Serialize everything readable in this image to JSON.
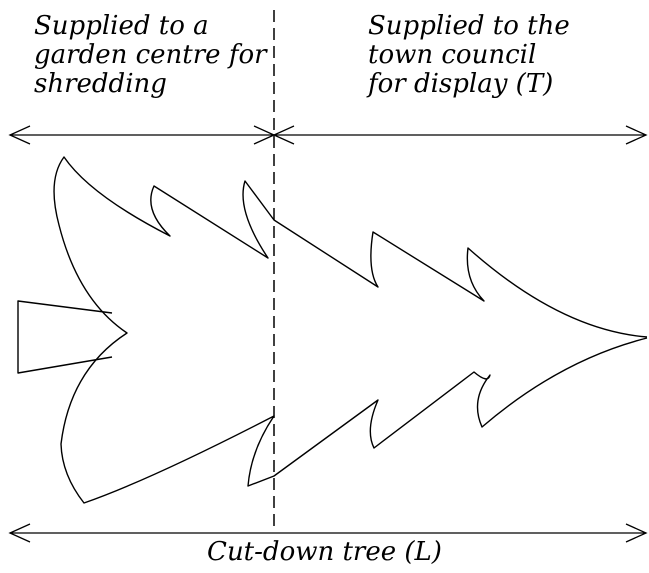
{
  "labels": {
    "left_section": "Supplied to a\ngarden centre for\nshredding",
    "right_section": "Supplied to the\ntown council\nfor display (T)",
    "bottom": "Cut-down tree (L)"
  },
  "colors": {
    "stroke": "#000000",
    "background": "#ffffff"
  }
}
